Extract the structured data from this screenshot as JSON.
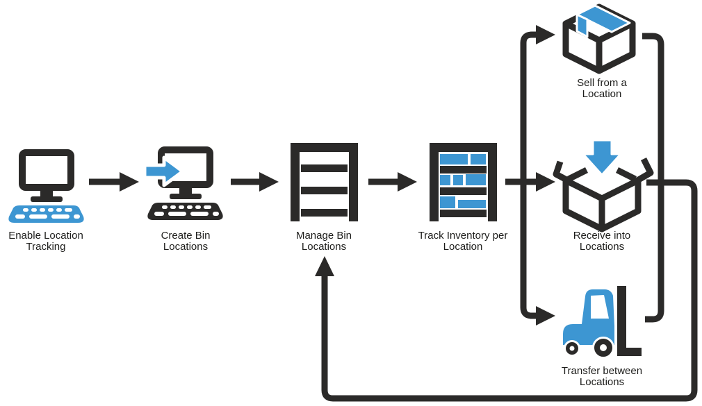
{
  "diagram": {
    "type": "flowchart",
    "colors": {
      "line_dark": "#2b2a29",
      "accent_blue": "#3d96d2",
      "background": "#ffffff",
      "text": "#1d1d1b"
    },
    "nodes": [
      {
        "id": "enable-location-tracking",
        "label": "Enable Location Tracking",
        "label_lines": [
          "Enable Location",
          "Tracking"
        ],
        "icon": "computer-keyboard-icon"
      },
      {
        "id": "create-bin-locations",
        "label": "Create Bin Locations",
        "label_lines": [
          "Create Bin",
          "Locations"
        ],
        "icon": "computer-arrow-icon"
      },
      {
        "id": "manage-bin-locations",
        "label": "Manage Bin Locations",
        "label_lines": [
          "Manage Bin",
          "Locations"
        ],
        "icon": "shelf-icon"
      },
      {
        "id": "track-inventory-per-location",
        "label": "Track Inventory per Location",
        "label_lines": [
          "Track Inventory per",
          "Location"
        ],
        "icon": "stocked-shelf-icon"
      },
      {
        "id": "sell-from-a-location",
        "label": "Sell from a Location",
        "label_lines": [
          "Sell from a",
          "Location"
        ],
        "icon": "sealed-box-icon"
      },
      {
        "id": "receive-into-locations",
        "label": "Receive into Locations",
        "label_lines": [
          "Receive into",
          "Locations"
        ],
        "icon": "open-box-receive-icon"
      },
      {
        "id": "transfer-between-locations",
        "label": "Transfer between Locations",
        "label_lines": [
          "Transfer between",
          "Locations"
        ],
        "icon": "forklift-icon"
      }
    ],
    "edges": [
      {
        "from": "enable-location-tracking",
        "to": "create-bin-locations",
        "arrowhead": true
      },
      {
        "from": "create-bin-locations",
        "to": "manage-bin-locations",
        "arrowhead": true
      },
      {
        "from": "manage-bin-locations",
        "to": "track-inventory-per-location",
        "arrowhead": true
      },
      {
        "from": "track-inventory-per-location",
        "to": "receive-into-locations",
        "arrowhead": true
      },
      {
        "from": "track-inventory-per-location",
        "to": "sell-from-a-location",
        "arrowhead": true
      },
      {
        "from": "track-inventory-per-location",
        "to": "transfer-between-locations",
        "arrowhead": true
      },
      {
        "from": "sell-from-a-location",
        "to": "transfer-between-locations",
        "arrowhead": false
      },
      {
        "from": "receive-into-locations",
        "to": "manage-bin-locations",
        "arrowhead": true
      }
    ]
  }
}
